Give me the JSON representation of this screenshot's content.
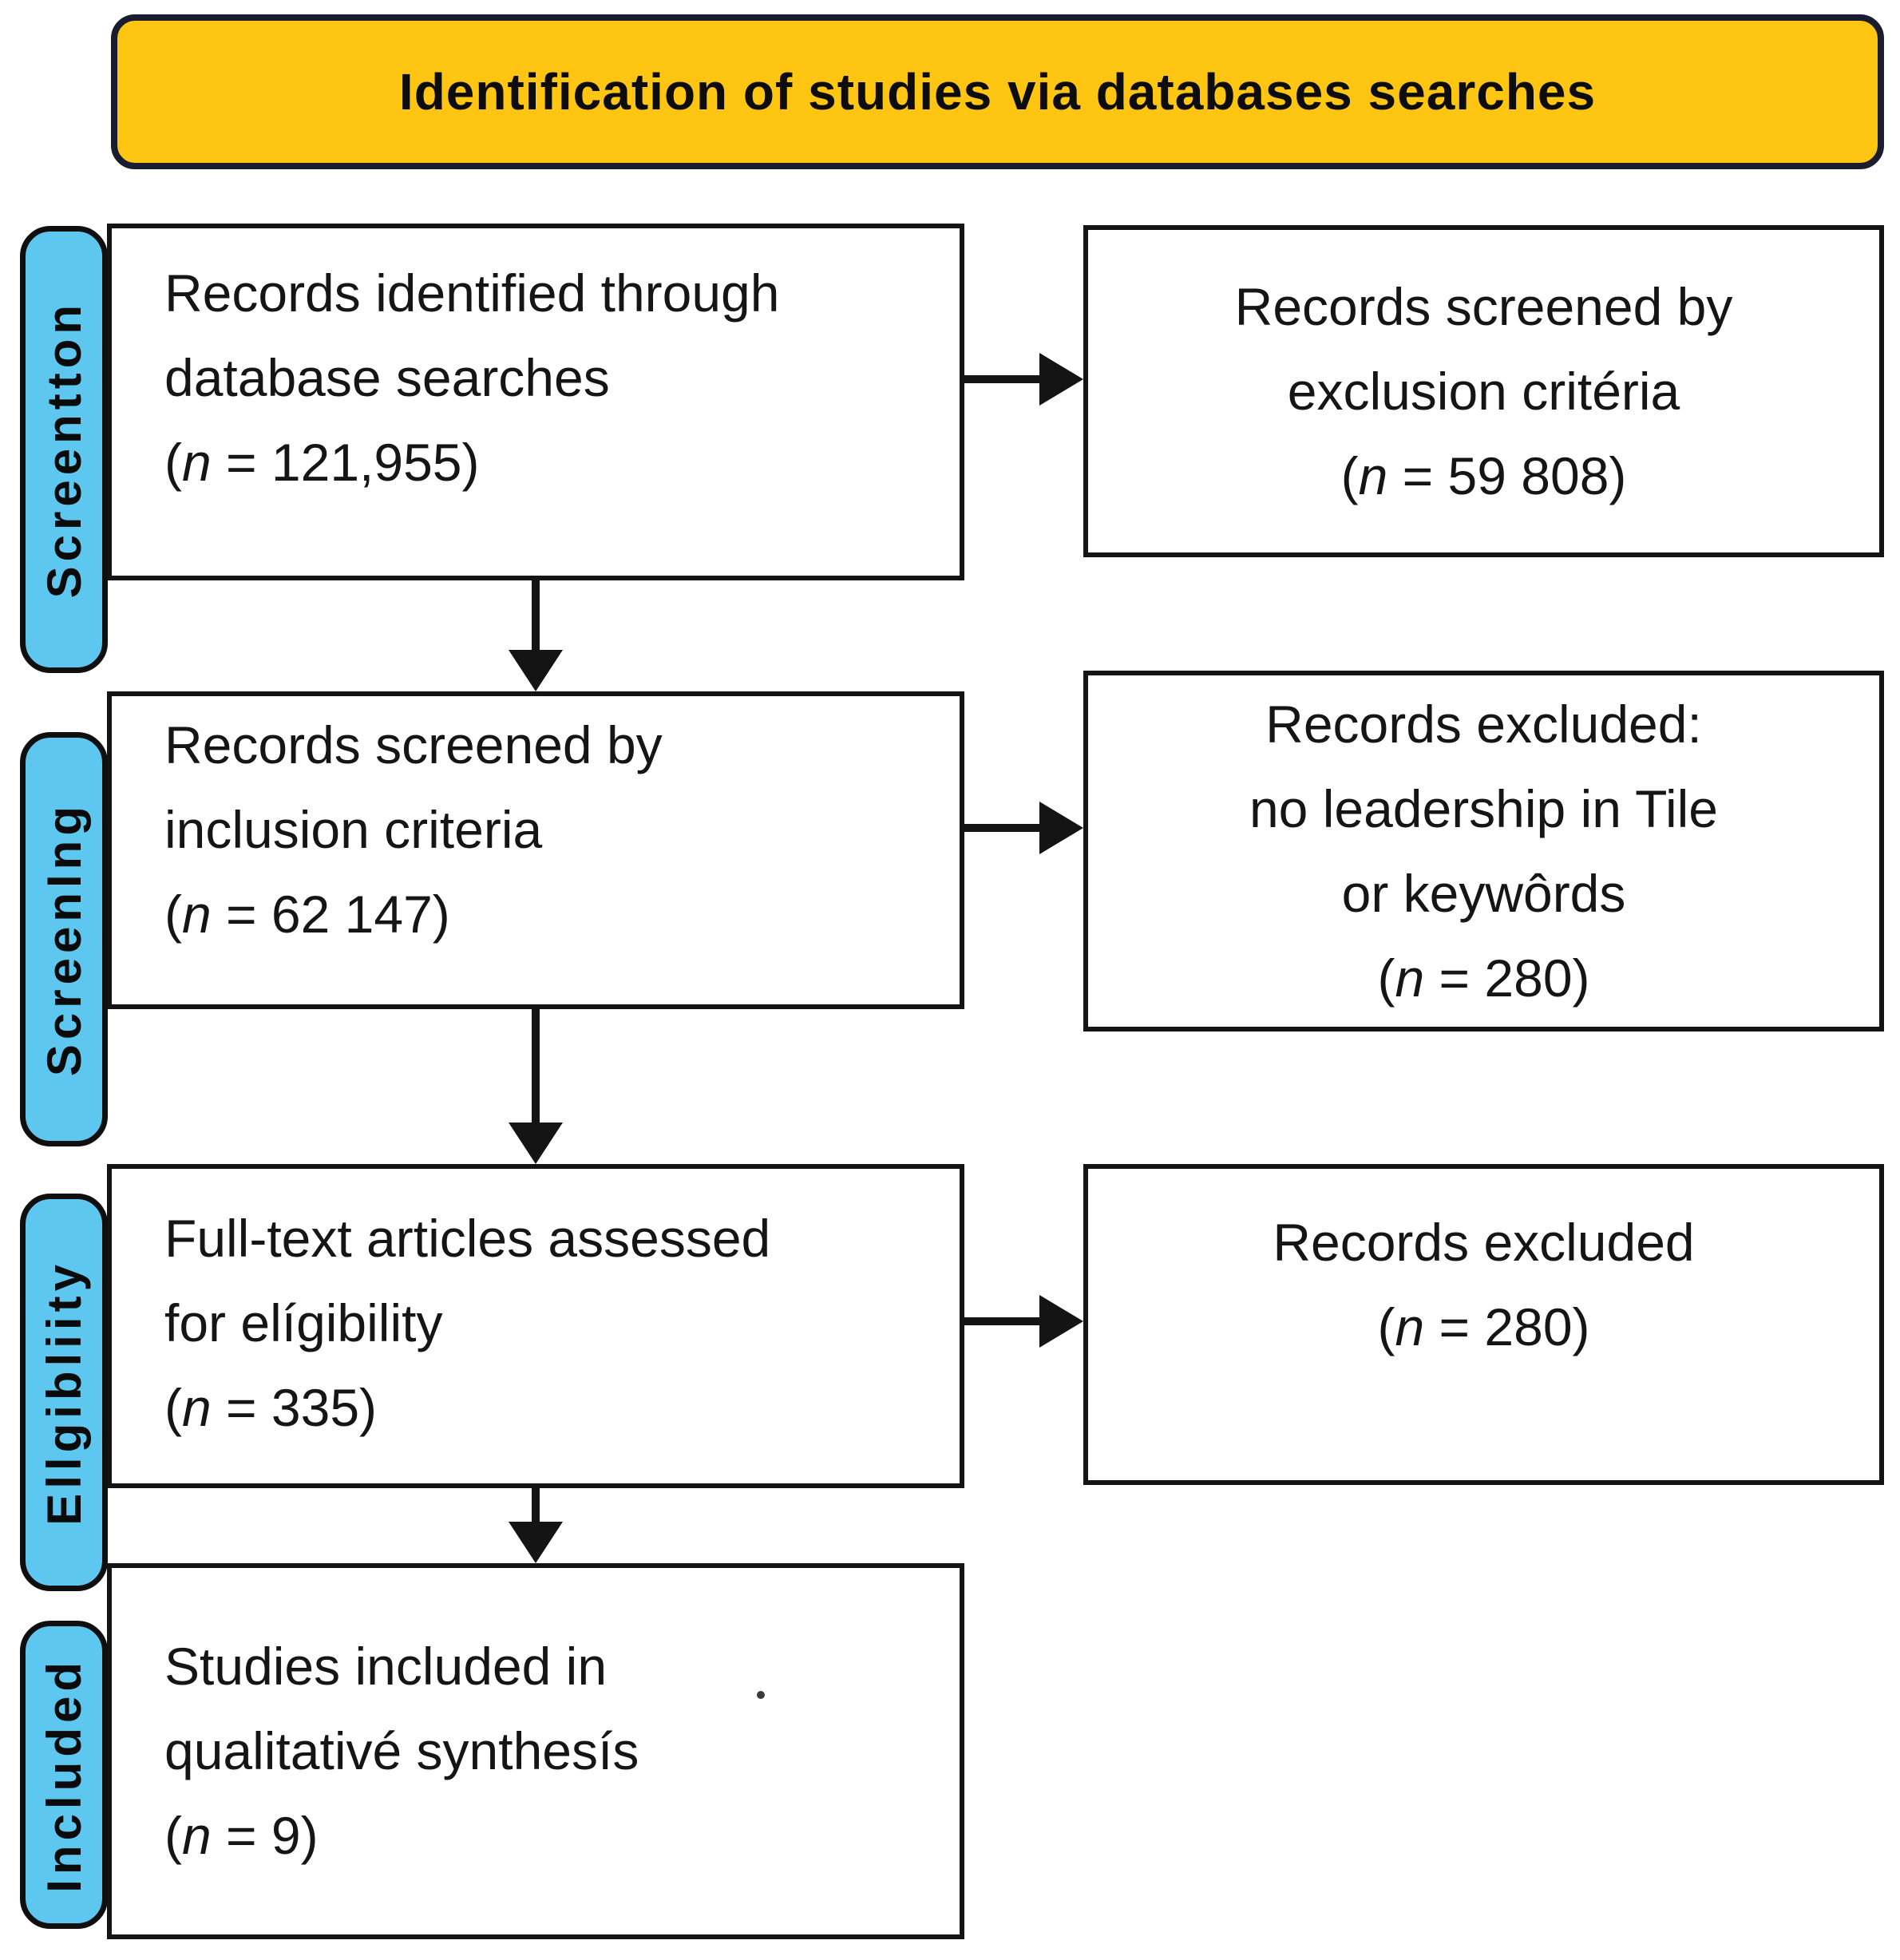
{
  "title": "Identification of studies via databases searches",
  "colors": {
    "title_bg": "#FFC513",
    "title_border": "#1A1C30",
    "pill_bg": "#5EC7F0",
    "line": "#141414"
  },
  "pills": [
    {
      "label": "Screentton"
    },
    {
      "label": "ScreenIng"
    },
    {
      "label": "Ellgibliity"
    },
    {
      "label": "Included"
    }
  ],
  "boxes": {
    "b1l": {
      "lines": [
        "Records identified through",
        "database searches"
      ],
      "count": {
        "open": "(",
        "n": "n",
        "rest": " = 121,955)"
      }
    },
    "b1r": {
      "lines": [
        "Records screened by",
        "exclusion critéria"
      ],
      "count": {
        "open": "(",
        "n": "n",
        "rest": " = 59 808)"
      }
    },
    "b2l": {
      "lines": [
        "Records screened by",
        "inclusion criteria"
      ],
      "count": {
        "open": "(",
        "n": "n",
        "rest": " = 62 147)"
      }
    },
    "b2r": {
      "lines": [
        "Records excluded:",
        "no leadership in Tile",
        "or keywôrds"
      ],
      "count": {
        "open": "(",
        "n": "n",
        "rest": " = 280)"
      }
    },
    "b3l": {
      "lines": [
        "Full-text articles assessed",
        "for elígibility"
      ],
      "count": {
        "open": "(",
        "n": "n",
        "rest": " = 335)"
      }
    },
    "b3r": {
      "lines": [
        "Records excluded"
      ],
      "count": {
        "open": "(",
        "n": "n",
        "rest": " = 280)"
      }
    },
    "b4": {
      "lines": [
        "Studies included in",
        "qualitativé synthesís"
      ],
      "count": {
        "open": "(",
        "n": "n",
        "rest": " = 9)"
      }
    }
  }
}
